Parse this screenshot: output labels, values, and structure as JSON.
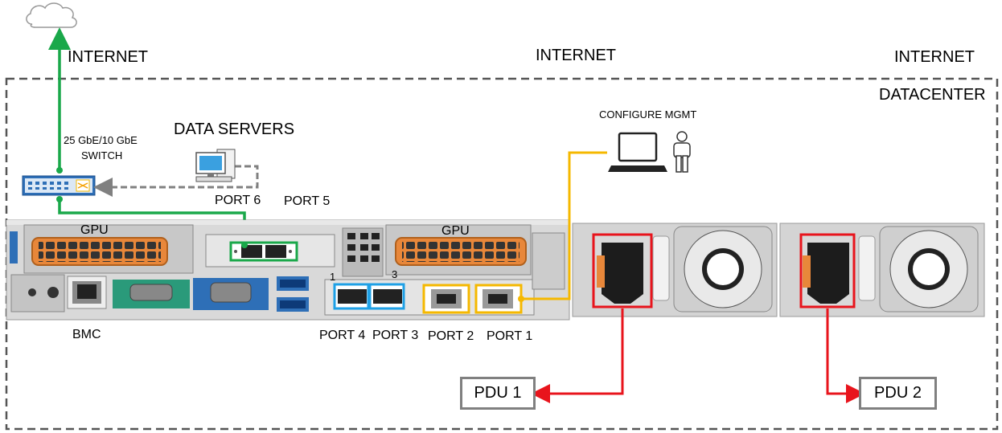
{
  "labels": {
    "internet_left": "INTERNET",
    "internet_center": "INTERNET",
    "internet_right": "INTERNET",
    "datacenter": "DATACENTER",
    "data_servers": "DATA SERVERS",
    "switch_line1": "25 GbE/10 GbE",
    "switch_line2": "SWITCH",
    "configure_mgmt": "CONFIGURE MGMT",
    "port6": "PORT 6",
    "port5": "PORT 5",
    "gpu_left": "GPU",
    "gpu_right": "GPU",
    "bmc": "BMC",
    "port4": "PORT 4",
    "port3": "PORT 3",
    "port2": "PORT 2",
    "port1": "PORT 1",
    "pdu1": "PDU 1",
    "pdu2": "PDU 2",
    "slot1": "1",
    "slot3": "3"
  },
  "colors": {
    "green_link": "#1aa84a",
    "yellow_link": "#f5b800",
    "red_power": "#e8141c",
    "gray_link": "#808080",
    "gpu_orange": "#e8873a",
    "blue_port": "#1ea0e6",
    "switch_blue": "#2e6fb7"
  },
  "icons": [
    "cloud-icon",
    "switch-icon",
    "desktop-icon",
    "laptop-icon",
    "person-icon",
    "server-chassis"
  ]
}
